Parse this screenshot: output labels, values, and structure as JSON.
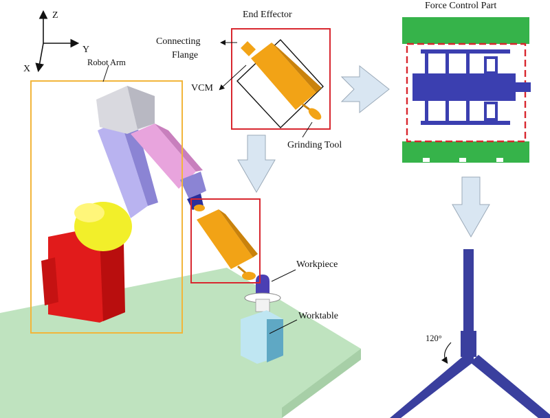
{
  "axes": {
    "z": "Z",
    "y": "Y",
    "x": "X"
  },
  "labels": {
    "robot_arm": "Robot Arm",
    "end_effector": "End Effector",
    "connecting_flange_line1": "Connecting",
    "connecting_flange_line2": "Flange",
    "vcm": "VCM",
    "grinding_tool": "Grinding Tool",
    "force_control_part": "Force Control Part",
    "workpiece": "Workpiece",
    "worktable": "Worktable",
    "angle": "120°"
  },
  "colors": {
    "robot_frame": "#f2b53a",
    "highlight_frame": "#d8262e",
    "arrow_fill": "#d9e6f2",
    "robot_base": "#e11b1b",
    "robot_joint": "#f2ef2a",
    "robot_link": "#b9b3f0",
    "robot_forearm": "#e8a4dd",
    "end_effector": "#f2a316",
    "platform": "#bfe3bf",
    "worktable": "#bfe6f2",
    "force_part_green": "#36b34a",
    "force_part_blue": "#3b3fb0",
    "flexure": "#3a3f9e"
  }
}
